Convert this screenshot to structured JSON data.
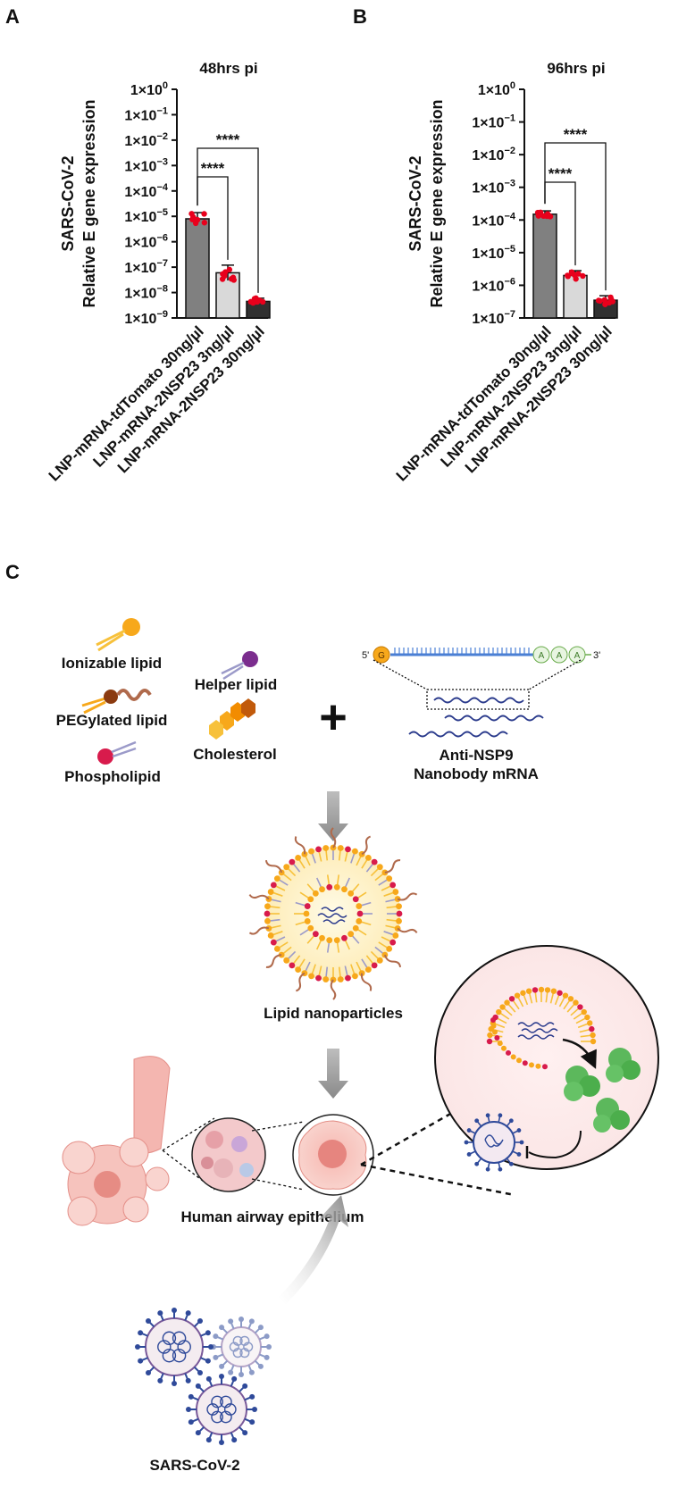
{
  "panels": {
    "a": "A",
    "b": "B",
    "c": "C"
  },
  "chart_data": [
    {
      "type": "bar",
      "title": "48hrs pi",
      "ylabel_line1": "SARS-CoV-2",
      "ylabel_line2": "Relative E gene expression",
      "yscale": "log10",
      "ylim_exponents": [
        -9,
        0
      ],
      "ytick_base": "1×10",
      "ytick_exponents": [
        0,
        -1,
        -2,
        -3,
        -4,
        -5,
        -6,
        -7,
        -8,
        -9
      ],
      "categories": [
        "LNP-mRNA-tdTomato 30ng/µl",
        "LNP-mRNA-2NSP23 3ng/µl",
        "LNP-mRNA-2NSP23 30ng/µl"
      ],
      "values": [
        8e-06,
        6e-08,
        4.5e-09
      ],
      "errors_upper": [
        1.4e-05,
        1.2e-07,
        6e-09
      ],
      "errors_lower": [
        5e-06,
        3e-08,
        3.5e-09
      ],
      "bar_colors": [
        "#808080",
        "#d9d9d9",
        "#303030"
      ],
      "point_color": "#e8001c",
      "significance": [
        {
          "from": 0,
          "to": 1,
          "label": "****"
        },
        {
          "from": 0,
          "to": 2,
          "label": "****"
        }
      ]
    },
    {
      "type": "bar",
      "title": "96hrs pi",
      "ylabel_line1": "SARS-CoV-2",
      "ylabel_line2": "Relative E gene expression",
      "yscale": "log10",
      "ylim_exponents": [
        -7,
        0
      ],
      "ytick_base": "1×10",
      "ytick_exponents": [
        0,
        -1,
        -2,
        -3,
        -4,
        -5,
        -6,
        -7
      ],
      "categories": [
        "LNP-mRNA-tdTomato 30ng/µl",
        "LNP-mRNA-2NSP23 3ng/µl",
        "LNP-mRNA-2NSP23 30ng/µl"
      ],
      "values": [
        0.00015,
        2e-06,
        3.5e-07
      ],
      "errors_upper": [
        0.00019,
        2.8e-06,
        4.8e-07
      ],
      "errors_lower": [
        0.00012,
        1.5e-06,
        2.6e-07
      ],
      "bar_colors": [
        "#808080",
        "#d9d9d9",
        "#303030"
      ],
      "point_color": "#e8001c",
      "significance": [
        {
          "from": 0,
          "to": 1,
          "label": "****"
        },
        {
          "from": 0,
          "to": 2,
          "label": "****"
        }
      ]
    }
  ],
  "diagram": {
    "ionizable_lipid": "Ionizable lipid",
    "helper_lipid": "Helper lipid",
    "pegylated_lipid": "PEGylated lipid",
    "cholesterol": "Cholesterol",
    "phospholipid": "Phospholipid",
    "plus": "+",
    "mrna_five_prime": "5'",
    "mrna_three_prime": "3'",
    "mrna_cap": "G",
    "mrna_polya": "A",
    "mrna_label_1": "Anti-NSP9",
    "mrna_label_2": "Nanobody mRNA",
    "lnp_label": "Lipid nanoparticles",
    "airway_label": "Human airway epithelium",
    "virus_label": "SARS-CoV-2",
    "colors": {
      "ionizable": "#f7a81b",
      "helper": "#7b2d8e",
      "peg": "#a0522d",
      "cholesterol": "#f28c00",
      "phospholipid": "#d81b4c",
      "mrna": "#2a3a8c",
      "tissue": "#f2a3a3",
      "protein": "#4caf50",
      "virus": "#2f4a9a"
    }
  }
}
